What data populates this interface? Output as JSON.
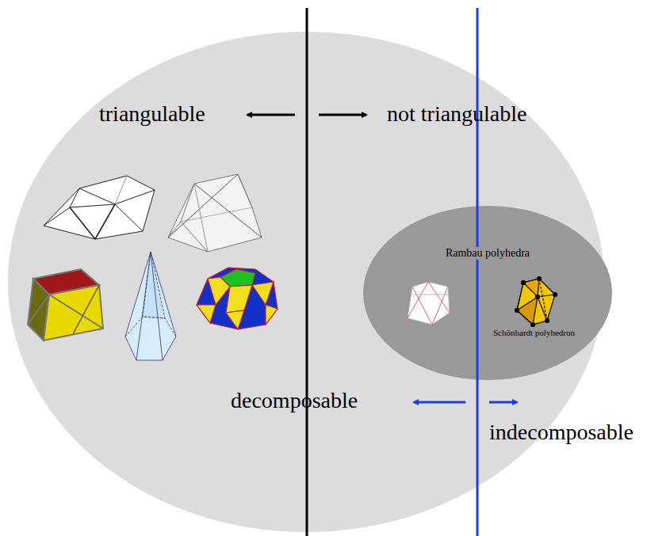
{
  "diagram": {
    "nodes": [
      {
        "text": [
          "Rambau polyhedra"
        ]
      }
    ],
    "labels": [
      "triangulable",
      "not triangulable",
      "decomposable",
      "indecomposable",
      "Schönhardt polyhedron"
    ]
  }
}
